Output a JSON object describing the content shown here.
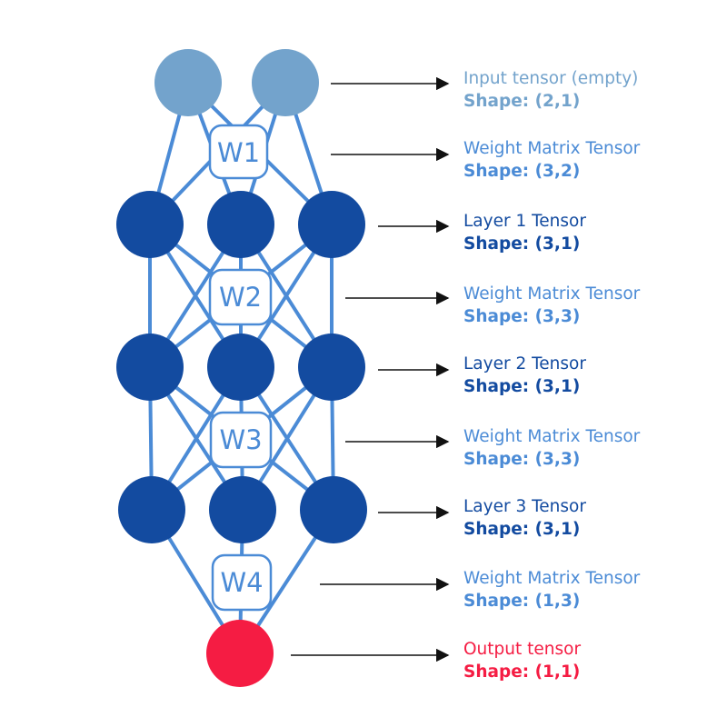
{
  "colors": {
    "input": "#73a3cc",
    "hidden": "#134ba0",
    "weight": "#4b8bd6",
    "output": "#f51c43",
    "arrow": "#111111",
    "background": "#ffffff"
  },
  "weights": [
    {
      "label": "W1"
    },
    {
      "label": "W2"
    },
    {
      "label": "W3"
    },
    {
      "label": "W4"
    }
  ],
  "labels": [
    {
      "name": "Input tensor (empty)",
      "shape": "Shape: (2,1)"
    },
    {
      "name": "Weight Matrix Tensor",
      "shape": "Shape: (3,2)"
    },
    {
      "name": "Layer 1 Tensor",
      "shape": "Shape: (3,1)"
    },
    {
      "name": "Weight Matrix Tensor",
      "shape": "Shape: (3,3)"
    },
    {
      "name": "Layer 2 Tensor",
      "shape": "Shape: (3,1)"
    },
    {
      "name": "Weight Matrix Tensor",
      "shape": "Shape: (3,3)"
    },
    {
      "name": "Layer 3 Tensor",
      "shape": "Shape: (3,1)"
    },
    {
      "name": "Weight Matrix Tensor",
      "shape": "Shape: (1,3)"
    },
    {
      "name": "Output tensor",
      "shape": "Shape: (1,1)"
    }
  ]
}
